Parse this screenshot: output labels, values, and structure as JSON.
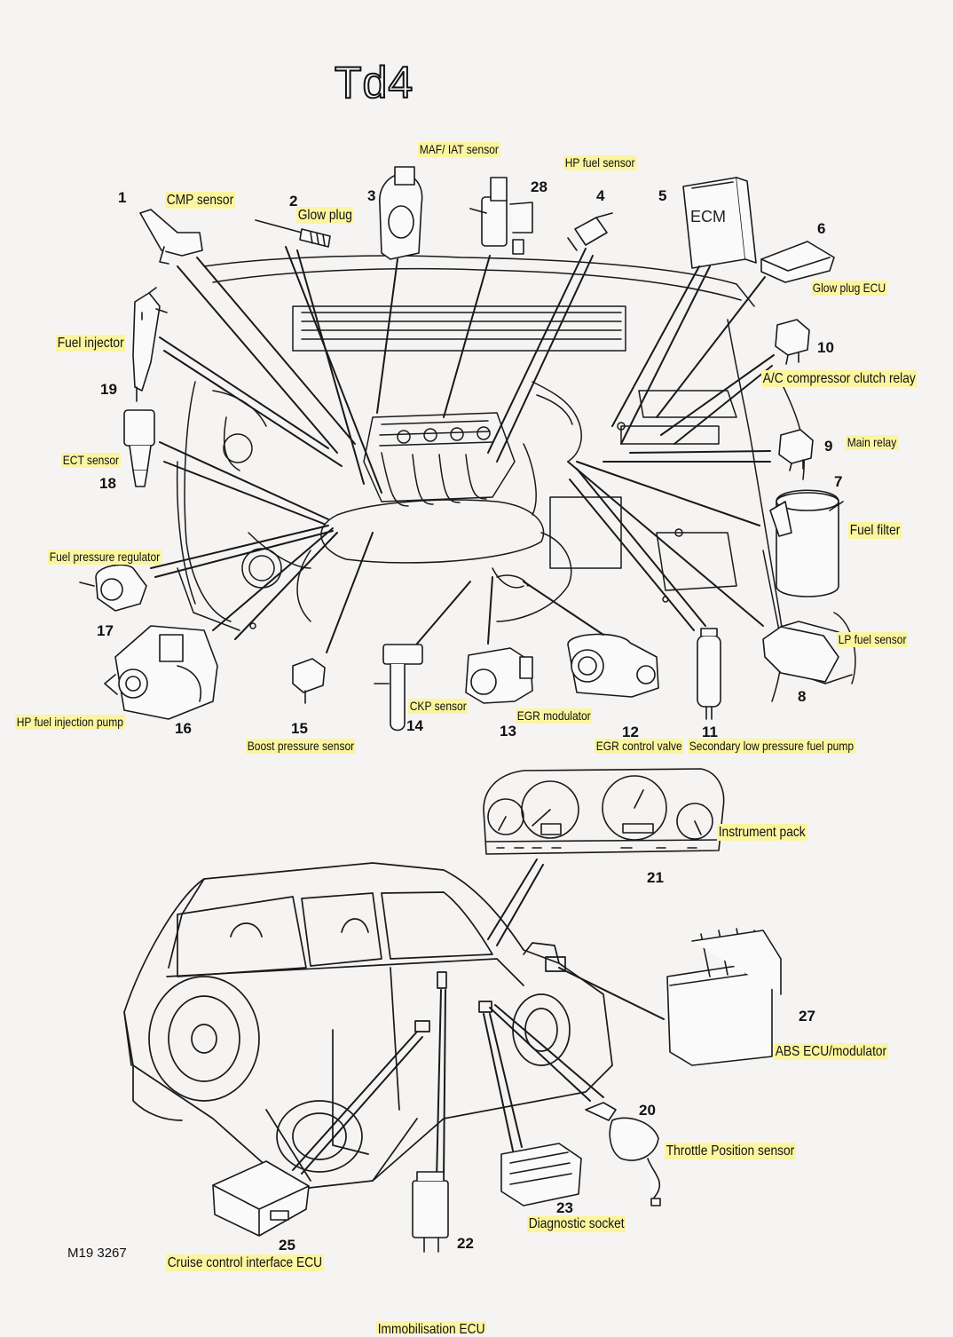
{
  "title": "Td4",
  "footer_code": "M19 3267",
  "ecm_text": "ECM",
  "components": [
    {
      "number": "1",
      "label": "CMP sensor"
    },
    {
      "number": "2",
      "label": "Glow plug"
    },
    {
      "number": "3",
      "label": "MAF/ IAT sensor"
    },
    {
      "number": "4",
      "label": "HP fuel sensor"
    },
    {
      "number": "5",
      "label": ""
    },
    {
      "number": "6",
      "label": "Glow plug ECU"
    },
    {
      "number": "7",
      "label": "Fuel filter"
    },
    {
      "number": "8",
      "label": "LP fuel sensor"
    },
    {
      "number": "9",
      "label": "Main relay"
    },
    {
      "number": "10",
      "label": "A/C compressor clutch relay"
    },
    {
      "number": "11",
      "label": "Secondary low pressure fuel pump"
    },
    {
      "number": "12",
      "label": "EGR control valve"
    },
    {
      "number": "13",
      "label": "EGR modulator"
    },
    {
      "number": "14",
      "label": "CKP sensor"
    },
    {
      "number": "15",
      "label": "Boost pressure sensor"
    },
    {
      "number": "16",
      "label": "HP fuel injection pump"
    },
    {
      "number": "17",
      "label": "Fuel pressure regulator"
    },
    {
      "number": "18",
      "label": "ECT sensor"
    },
    {
      "number": "19",
      "label": "Fuel injector"
    },
    {
      "number": "20",
      "label": "Throttle Position sensor"
    },
    {
      "number": "21",
      "label": "Instrument pack"
    },
    {
      "number": "22",
      "label": "Immobilisation ECU"
    },
    {
      "number": "23",
      "label": "Diagnostic socket"
    },
    {
      "number": "25",
      "label": "Cruise control interface ECU"
    },
    {
      "number": "27",
      "label": "ABS ECU/modulator"
    },
    {
      "number": "28",
      "label": ""
    }
  ]
}
